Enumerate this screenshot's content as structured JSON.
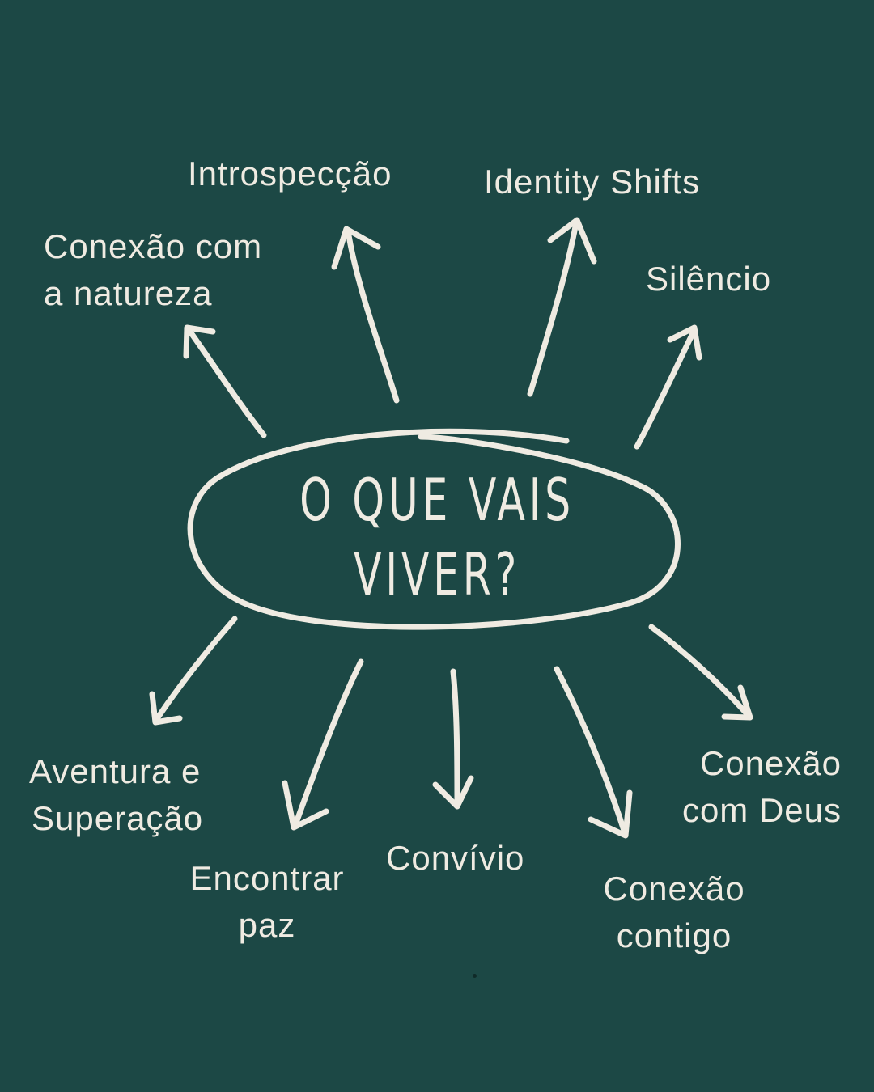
{
  "center": {
    "line1": "O QUE VAIS",
    "line2": "VIVER?"
  },
  "branches": {
    "introspeccao": {
      "line1": "Introspecção"
    },
    "identity": {
      "line1": "Identity Shifts"
    },
    "natureza": {
      "line1": "Conexão com",
      "line2": "a natureza"
    },
    "silencio": {
      "line1": "Silêncio"
    },
    "aventura": {
      "line1": "Aventura e",
      "line2": "Superação"
    },
    "encontrar": {
      "line1": "Encontrar",
      "line2": "paz"
    },
    "convivio": {
      "line1": "Convívio"
    },
    "contigo": {
      "line1": "Conexão",
      "line2": "contigo"
    },
    "deus": {
      "line1": "Conexão",
      "line2": "com Deus"
    }
  },
  "colors": {
    "background": "#1c4845",
    "ink": "#efebe2"
  }
}
